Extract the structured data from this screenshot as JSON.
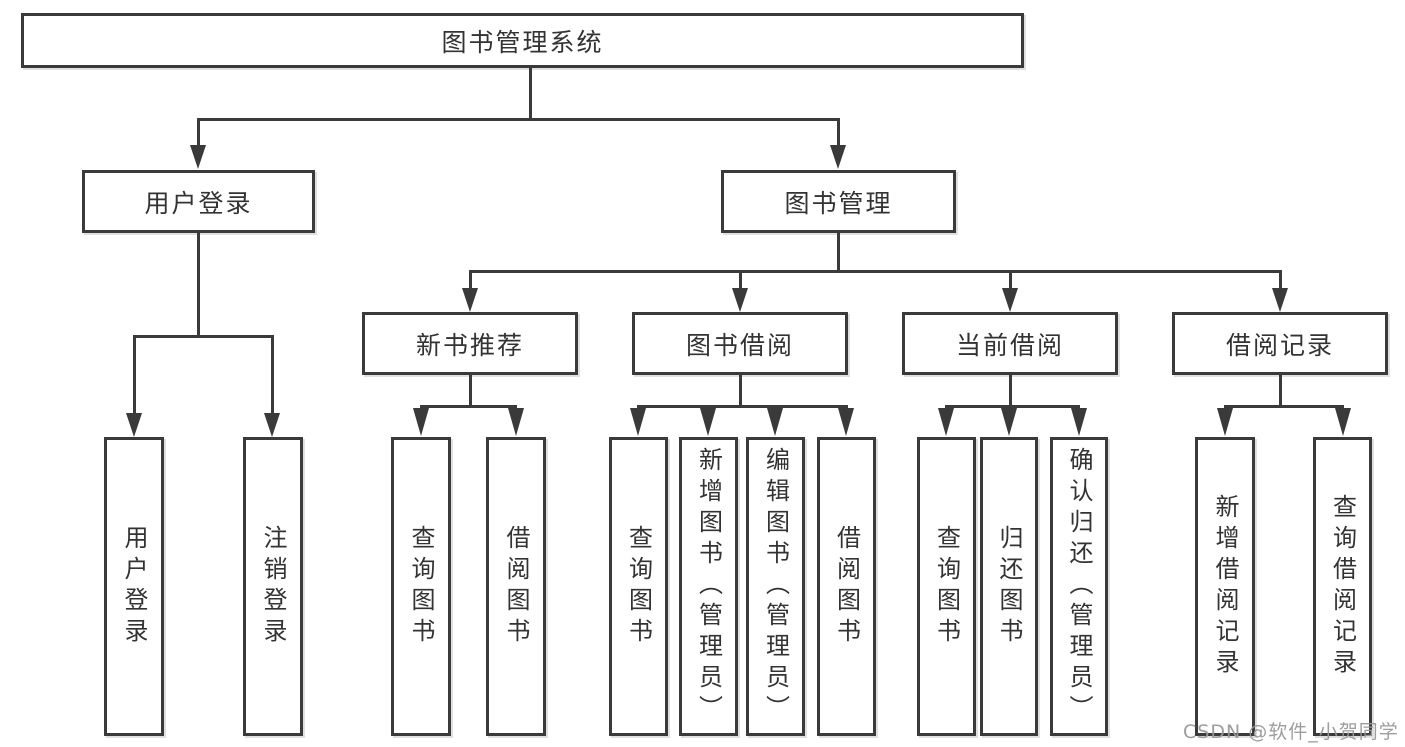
{
  "colors": {
    "line": "#3a3a3a",
    "box_border": "#3a3a3a",
    "text": "#333333",
    "watermark_gray": "#989898",
    "background": "#ffffff"
  },
  "tree": {
    "root": "图书管理系统",
    "branches": [
      {
        "label": "用户登录",
        "children": [
          "用户登录",
          "注销登录"
        ]
      },
      {
        "label": "图书管理",
        "groups": [
          {
            "label": "新书推荐",
            "children": [
              "查询图书",
              "借阅图书"
            ]
          },
          {
            "label": "图书借阅",
            "children": [
              "查询图书",
              "新增图书（管理员）",
              "编辑图书（管理员）",
              "借阅图书"
            ]
          },
          {
            "label": "当前借阅",
            "children": [
              "查询图书",
              "归还图书",
              "确认归还（管理员）"
            ]
          },
          {
            "label": "借阅记录",
            "children": [
              "新增借阅记录",
              "查询借阅记录"
            ]
          }
        ]
      }
    ]
  },
  "watermark": {
    "text": "CSDN @软件_小贺同学"
  }
}
